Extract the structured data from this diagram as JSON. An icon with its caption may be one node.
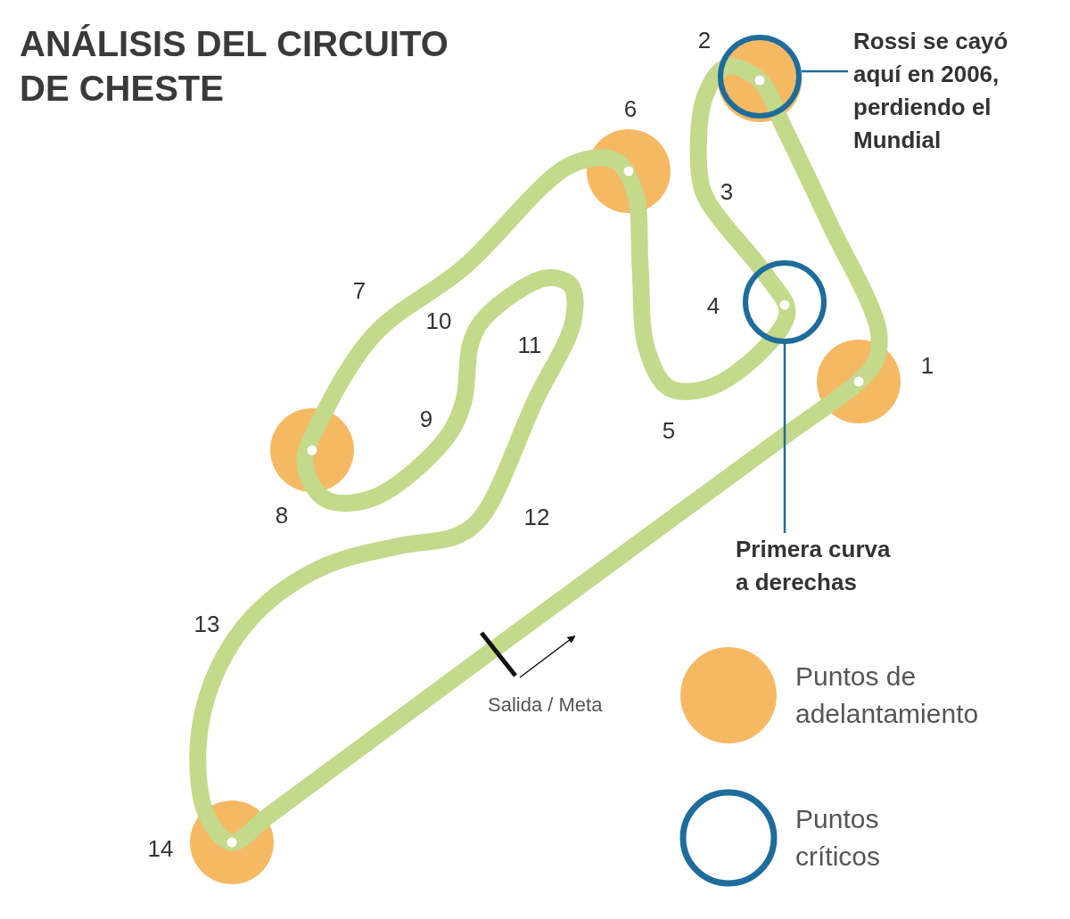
{
  "diagram": {
    "title": "ANÁLISIS DEL CIRCUITO DE CHESTE",
    "nodes": [
      {
        "text": [
          "Rossi se cayó aquí en 2006, perdiendo el Mundial"
        ]
      },
      {
        "text": [],
        "shape": "circle"
      },
      {
        "text": [
          "Primera curva a derechas"
        ]
      },
      {
        "text": [],
        "shape": "circle"
      }
    ],
    "edges": [
      {
        "from": 0,
        "to": 1,
        "arrow": "none"
      },
      {
        "from": 2,
        "to": 3,
        "arrow": "none"
      }
    ],
    "labels": [
      "1",
      "2",
      "3",
      "4",
      "5",
      "6",
      "7",
      "8",
      "9",
      "10",
      "11",
      "12",
      "13",
      "14",
      "Salida / Meta"
    ],
    "legend": [
      {
        "text": "Puntos de adelantamiento",
        "color": "#f5b964"
      },
      {
        "text": "Puntos críticos",
        "color": "#1d6c9c"
      }
    ]
  }
}
